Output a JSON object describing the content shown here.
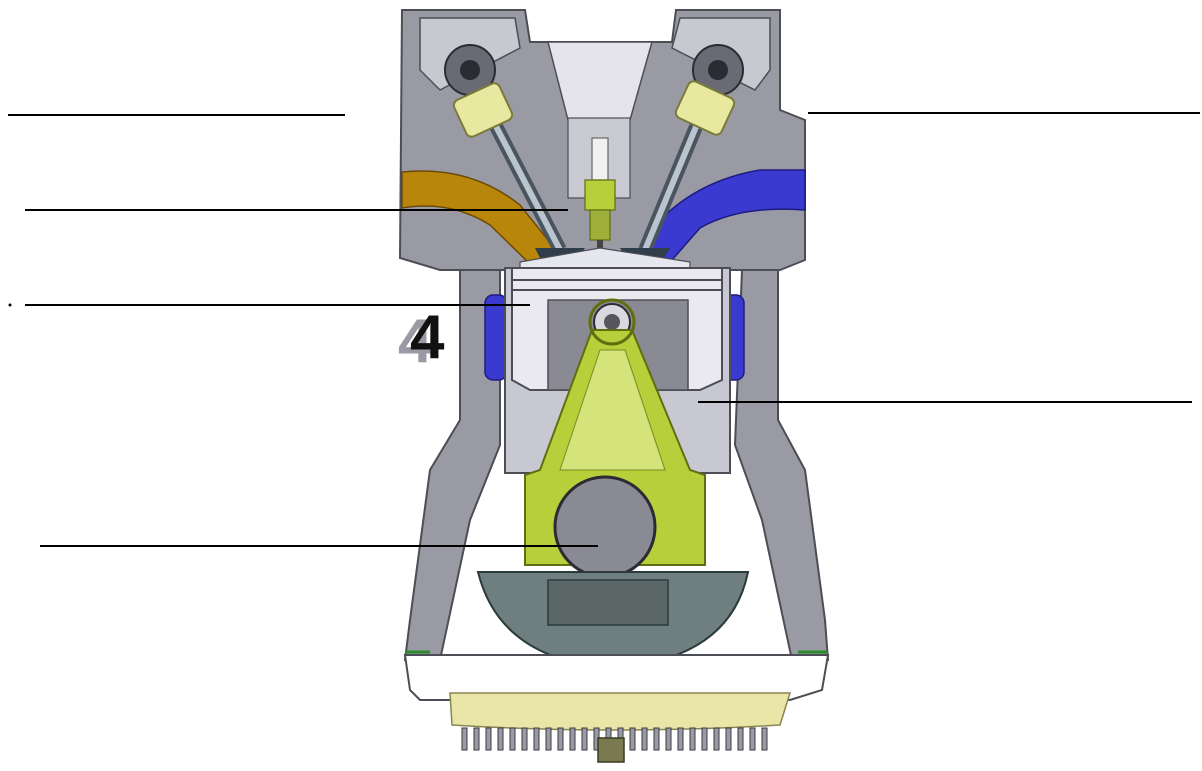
{
  "diagram": {
    "stroke_number": "4",
    "leader_lines": [
      {
        "id": "leader-line-top-left"
      },
      {
        "id": "leader-line-top-right"
      },
      {
        "id": "leader-line-spark-plug"
      },
      {
        "id": "leader-line-piston"
      },
      {
        "id": "leader-line-cylinder"
      },
      {
        "id": "leader-line-crank"
      }
    ],
    "colors": {
      "block": "#9a9aa4",
      "block_dark": "#5c5c66",
      "intake_port": "#b8860b",
      "exhaust_port": "#3a3ad0",
      "connecting_rod": "#b7cf3a",
      "oil_sump": "#eae6a8",
      "counterweight": "#6f7f7f",
      "valve_spring": "#e8e8a0"
    }
  }
}
